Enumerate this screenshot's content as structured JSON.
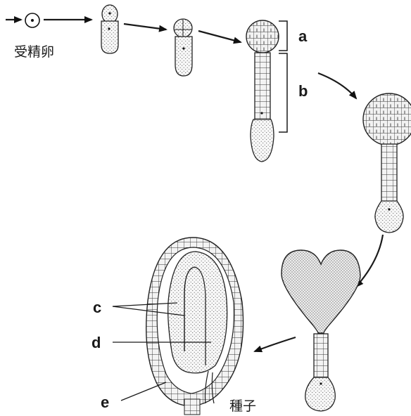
{
  "labels": {
    "fertilized_egg": "受精卵",
    "a": "a",
    "b": "b",
    "c": "c",
    "d": "d",
    "e": "e",
    "seed": "種子"
  }
}
